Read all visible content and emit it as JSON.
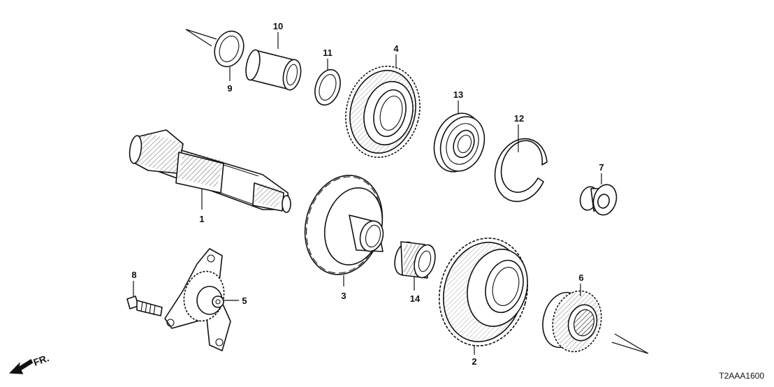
{
  "diagram": {
    "code": "T2AAA1600",
    "direction_label": "FR.",
    "callouts": [
      {
        "id": "c1",
        "label": "1"
      },
      {
        "id": "c2",
        "label": "2"
      },
      {
        "id": "c3",
        "label": "3"
      },
      {
        "id": "c4",
        "label": "4"
      },
      {
        "id": "c5",
        "label": "5"
      },
      {
        "id": "c6",
        "label": "6"
      },
      {
        "id": "c7",
        "label": "7"
      },
      {
        "id": "c8",
        "label": "8"
      },
      {
        "id": "c9",
        "label": "9"
      },
      {
        "id": "c10",
        "label": "10"
      },
      {
        "id": "c11",
        "label": "11"
      },
      {
        "id": "c12",
        "label": "12"
      },
      {
        "id": "c13",
        "label": "13"
      },
      {
        "id": "c14",
        "label": "14"
      }
    ]
  }
}
